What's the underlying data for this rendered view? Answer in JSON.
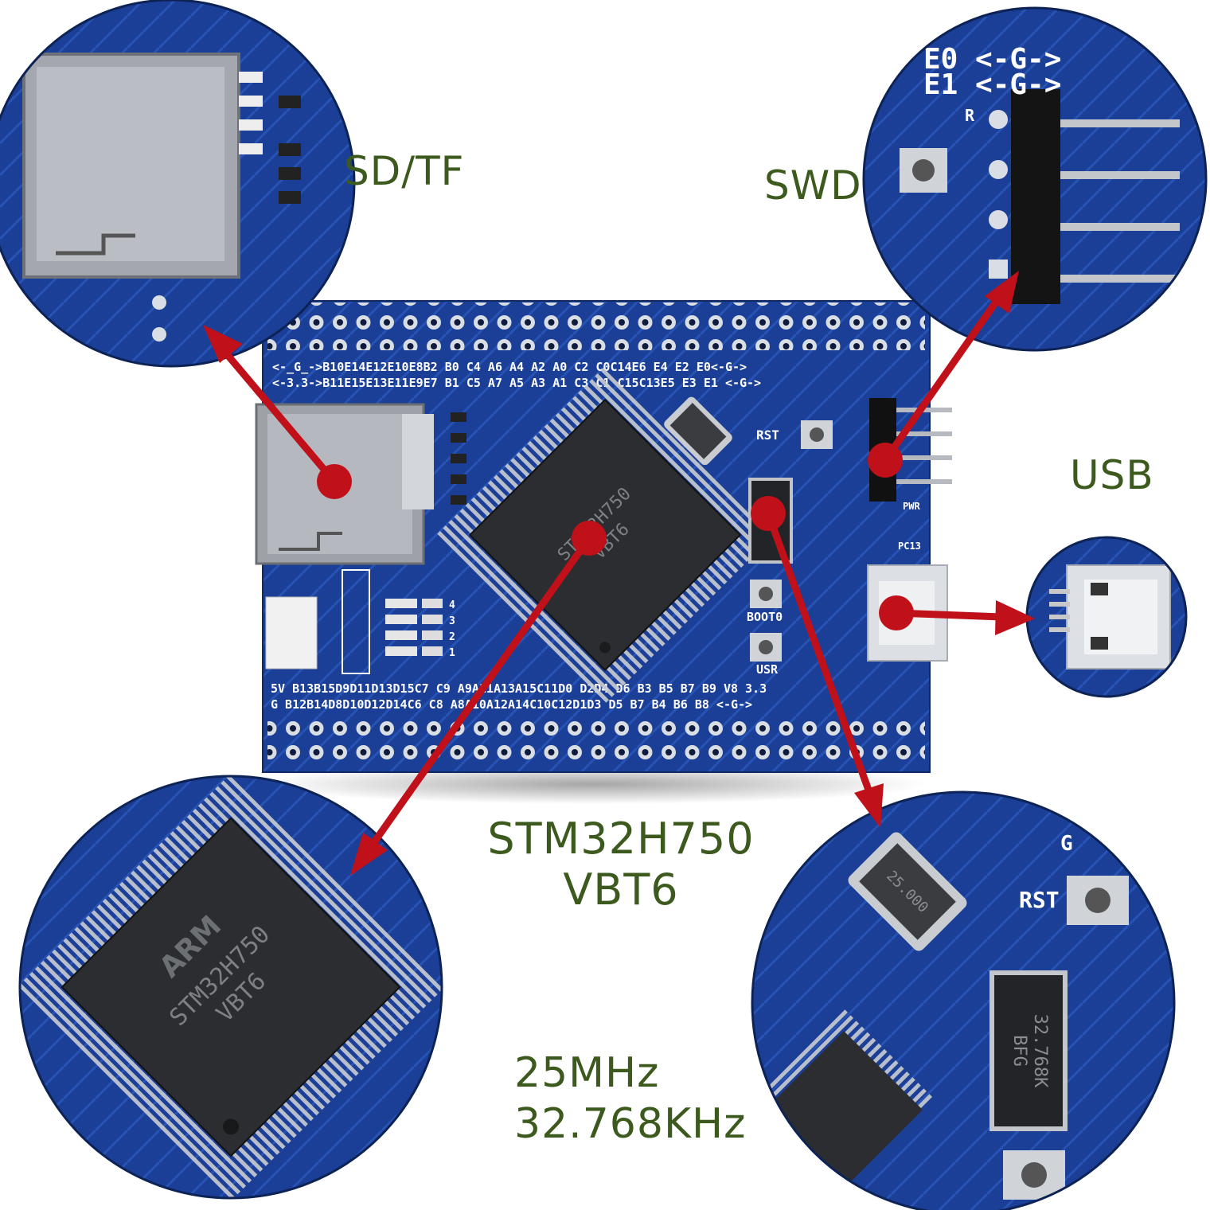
{
  "callouts": {
    "sd_card": "SD/TF",
    "swd": "SWD",
    "usb": "USB",
    "mcu_line1": "STM32H750",
    "mcu_line2": "VBT6",
    "crystal_line1": "25MHz",
    "crystal_line2": "32.768KHz"
  },
  "silkscreen": {
    "top_row1": "<-_G_->B10E14E12E10E8B2 B0 C4 A6 A4 A2 A0 C2 C0C14E6 E4 E2 E0<-G->",
    "top_row2": "<-3.3->B11E15E13E11E9E7 B1 C5 A7 A5 A3 A1 C3 C1 C15C13E5 E3 E1 <-G->",
    "bottom_row1": "5V B13B15D9D11D13D15C7 C9 A9A11A13A15C11D0 D2D4 D6 B3 B5 B7 B9 V8 3.3",
    "bottom_row2": "G B12B14D8D10D12D14C6 C8 A8A10A12A14C10C12D1D3 D5 B7 B4 B6 B8 <-G->",
    "rst": "RST",
    "boot0": "BOOT0",
    "usr": "USR",
    "pwr": "PWR",
    "pc13": "PC13",
    "led_numbers": [
      "4",
      "3",
      "2",
      "1"
    ],
    "g_mark": "G",
    "r_mark": "R"
  },
  "chip_marking": [
    "STM32H750",
    "VBT6",
    "ARM"
  ],
  "crystal_marking": "25.000",
  "rtc_crystal_marking": [
    "32.768K",
    "BFG"
  ],
  "colors": {
    "pcb": "#1b3f96",
    "trace": "#2a56b8",
    "label_green": "#3d5a1e",
    "arrow_red": "#c0101a",
    "chip": "#2b2d30"
  }
}
